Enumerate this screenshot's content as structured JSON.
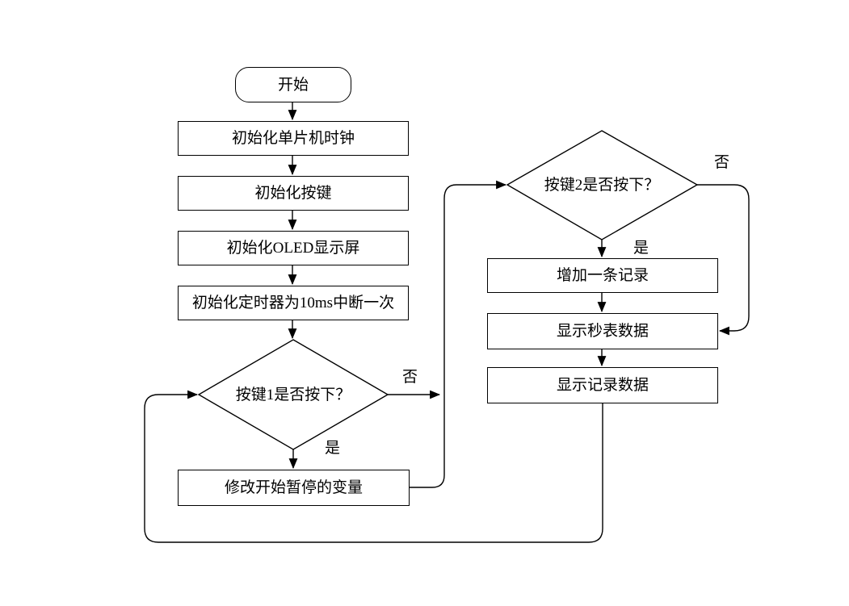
{
  "canvas": {
    "background": "#ffffff",
    "line_color": "#000000"
  },
  "flowchart": {
    "start": "开始",
    "steps": {
      "init_clock": "初始化单片机时钟",
      "init_keys": "初始化按键",
      "init_oled": "初始化OLED显示屏",
      "init_timer": "初始化定时器为10ms中断一次",
      "modify_variable": "修改开始暂停的变量",
      "add_record": "增加一条记录",
      "show_stopwatch": "显示秒表数据",
      "show_records": "显示记录数据"
    },
    "decisions": {
      "key1": "按键1是否按下？",
      "key2": "按键2是否按下？"
    },
    "branch_labels": {
      "key1_yes": "是",
      "key1_no": "否",
      "key2_yes": "是",
      "key2_no": "否"
    }
  }
}
